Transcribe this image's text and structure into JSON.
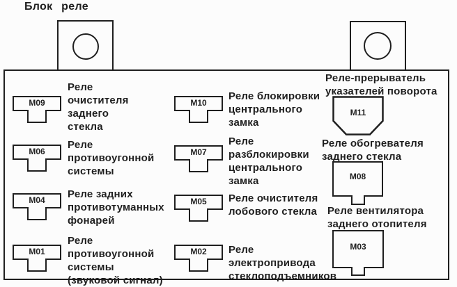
{
  "diagram": {
    "title": "Блок реле",
    "colors": {
      "ink": "#1f1f1f",
      "paper": "#fcfcfc"
    },
    "relay_block": {
      "left_column": [
        {
          "id": "M09",
          "label": "Реле\nочистителя\nзаднего\nстекла"
        },
        {
          "id": "M06",
          "label": "Реле\nпротивоугонной\nсистемы"
        },
        {
          "id": "M04",
          "label": "Реле задних\nпротивотуманных\nфонарей"
        },
        {
          "id": "M01",
          "label": "Реле\nпротивоугонной\nсистемы\n(звуковой сигнал)"
        }
      ],
      "middle_column": [
        {
          "id": "M10",
          "label": "Реле блокировки\nцентрального\nзамка"
        },
        {
          "id": "M07",
          "label": "Реле\nразблокировки\nцентрального\nзамка"
        },
        {
          "id": "M05",
          "label": "Реле очистителя\nлобового стекла"
        },
        {
          "id": "M02",
          "label": "Реле\nэлектропривода\nстеклоподъемников"
        }
      ],
      "right_column": [
        {
          "id": "M11",
          "label": "Реле-прерыватель\nуказателей поворота"
        },
        {
          "id": "M08",
          "label": "Реле обогревателя\nзаднего стекла"
        },
        {
          "id": "M03",
          "label": "Реле вентилятора\nзаднего отопителя"
        }
      ]
    }
  }
}
